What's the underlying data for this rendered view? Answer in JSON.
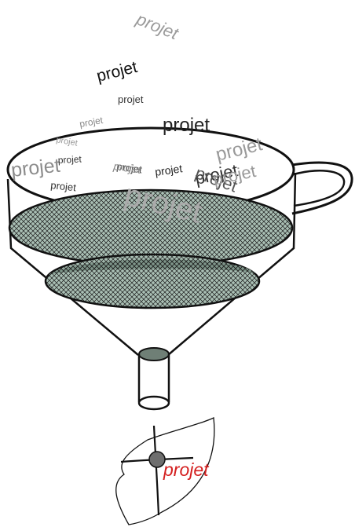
{
  "words": [
    {
      "id": "w1",
      "text": "projet",
      "color": "#9a9a9a",
      "style": "italic",
      "weight": "300"
    },
    {
      "id": "w2",
      "text": "projet",
      "color": "#111111",
      "style": "normal",
      "weight": "400"
    },
    {
      "id": "w3",
      "text": "projet",
      "color": "#333333",
      "style": "normal",
      "weight": "400"
    },
    {
      "id": "w4",
      "text": "projet",
      "color": "#8a8a8a",
      "style": "normal",
      "weight": "400"
    },
    {
      "id": "w5",
      "text": "projet",
      "color": "#9a9a9a",
      "style": "normal",
      "weight": "400"
    },
    {
      "id": "w6",
      "text": "projet",
      "color": "#222222",
      "style": "normal",
      "weight": "400"
    },
    {
      "id": "w7",
      "text": "projet",
      "color": "#8c8c8c",
      "style": "normal",
      "weight": "300"
    },
    {
      "id": "w8",
      "text": "projet",
      "color": "#333333",
      "style": "normal",
      "weight": "400"
    },
    {
      "id": "w9",
      "text": "projet",
      "color": "#444444",
      "style": "normal",
      "weight": "400"
    },
    {
      "id": "w10",
      "text": "projet",
      "color": "#222222",
      "style": "normal",
      "weight": "400"
    },
    {
      "id": "w11",
      "text": "projet",
      "color": "#888888",
      "style": "italic",
      "weight": "300"
    },
    {
      "id": "w12",
      "text": "projet",
      "color": "#333333",
      "style": "normal",
      "weight": "400"
    },
    {
      "id": "w13",
      "text": "projet",
      "color": "#9a9a9a",
      "style": "normal",
      "weight": "300"
    },
    {
      "id": "w14",
      "text": "projet",
      "color": "#333333",
      "style": "normal",
      "weight": "400"
    },
    {
      "id": "w15",
      "text": "projet",
      "color": "#555555",
      "style": "normal",
      "weight": "400"
    },
    {
      "id": "w16",
      "text": "projet",
      "color": "#999999",
      "style": "normal",
      "weight": "300"
    },
    {
      "id": "w17",
      "text": "projet",
      "color": "#aaaaaa",
      "style": "normal",
      "weight": "300"
    },
    {
      "id": "w18",
      "text": "projet",
      "color": "#d42020",
      "style": "italic",
      "weight": "400"
    }
  ],
  "colors": {
    "outline": "#111111",
    "filter_fill": "#a9bfb4",
    "spout_fill": "#6f7f76",
    "point_fill": "#6e6e6e",
    "highlight": "#d42020"
  }
}
